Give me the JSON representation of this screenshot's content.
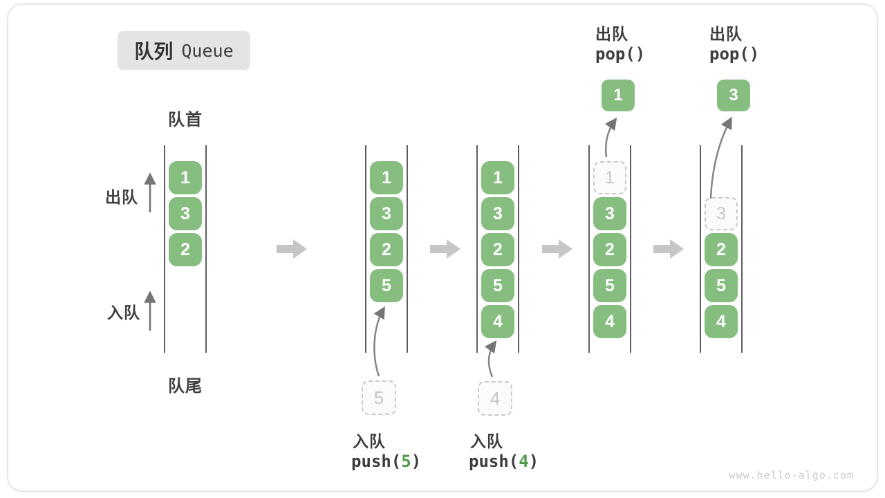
{
  "title": {
    "zh": "队列",
    "en": "Queue"
  },
  "labels": {
    "front": "队首",
    "rear": "队尾",
    "dequeue": "出队",
    "enqueue": "入队"
  },
  "queues": [
    {
      "slots": [
        {
          "value": "1",
          "style": "solid"
        },
        {
          "value": "3",
          "style": "solid"
        },
        {
          "value": "2",
          "style": "solid"
        }
      ]
    },
    {
      "slots": [
        {
          "value": "1",
          "style": "solid"
        },
        {
          "value": "3",
          "style": "solid"
        },
        {
          "value": "2",
          "style": "solid"
        },
        {
          "value": "5",
          "style": "solid"
        }
      ]
    },
    {
      "slots": [
        {
          "value": "1",
          "style": "solid"
        },
        {
          "value": "3",
          "style": "solid"
        },
        {
          "value": "2",
          "style": "solid"
        },
        {
          "value": "5",
          "style": "solid"
        },
        {
          "value": "4",
          "style": "solid"
        }
      ]
    },
    {
      "slots": [
        {
          "value": "1",
          "style": "dashed"
        },
        {
          "value": "3",
          "style": "solid"
        },
        {
          "value": "2",
          "style": "solid"
        },
        {
          "value": "5",
          "style": "solid"
        },
        {
          "value": "4",
          "style": "solid"
        }
      ]
    },
    {
      "slots": [
        {
          "value": "",
          "style": "empty"
        },
        {
          "value": "3",
          "style": "dashed"
        },
        {
          "value": "2",
          "style": "solid"
        },
        {
          "value": "5",
          "style": "solid"
        },
        {
          "value": "4",
          "style": "solid"
        }
      ]
    }
  ],
  "operations": {
    "push5": {
      "label": "入队",
      "code_prefix": "push(",
      "arg": "5",
      "code_suffix": ")",
      "staged_value": "5"
    },
    "push4": {
      "label": "入队",
      "code_prefix": "push(",
      "arg": "4",
      "code_suffix": ")",
      "staged_value": "4"
    },
    "pop1": {
      "label": "出队",
      "code": "pop()",
      "popped_value": "1"
    },
    "pop2": {
      "label": "出队",
      "code": "pop()",
      "popped_value": "3"
    }
  },
  "watermark": "www.hello-algo.com",
  "colors": {
    "box_green": "#86be80",
    "arg_green": "#509b4b",
    "text_dark": "#3d3d3d",
    "dashed_gray": "#c9c9c9",
    "block_arrow_gray": "#c6c6c6",
    "curve_arrow_gray": "#7d7d7d",
    "badge_bg": "#e4e4e4"
  }
}
